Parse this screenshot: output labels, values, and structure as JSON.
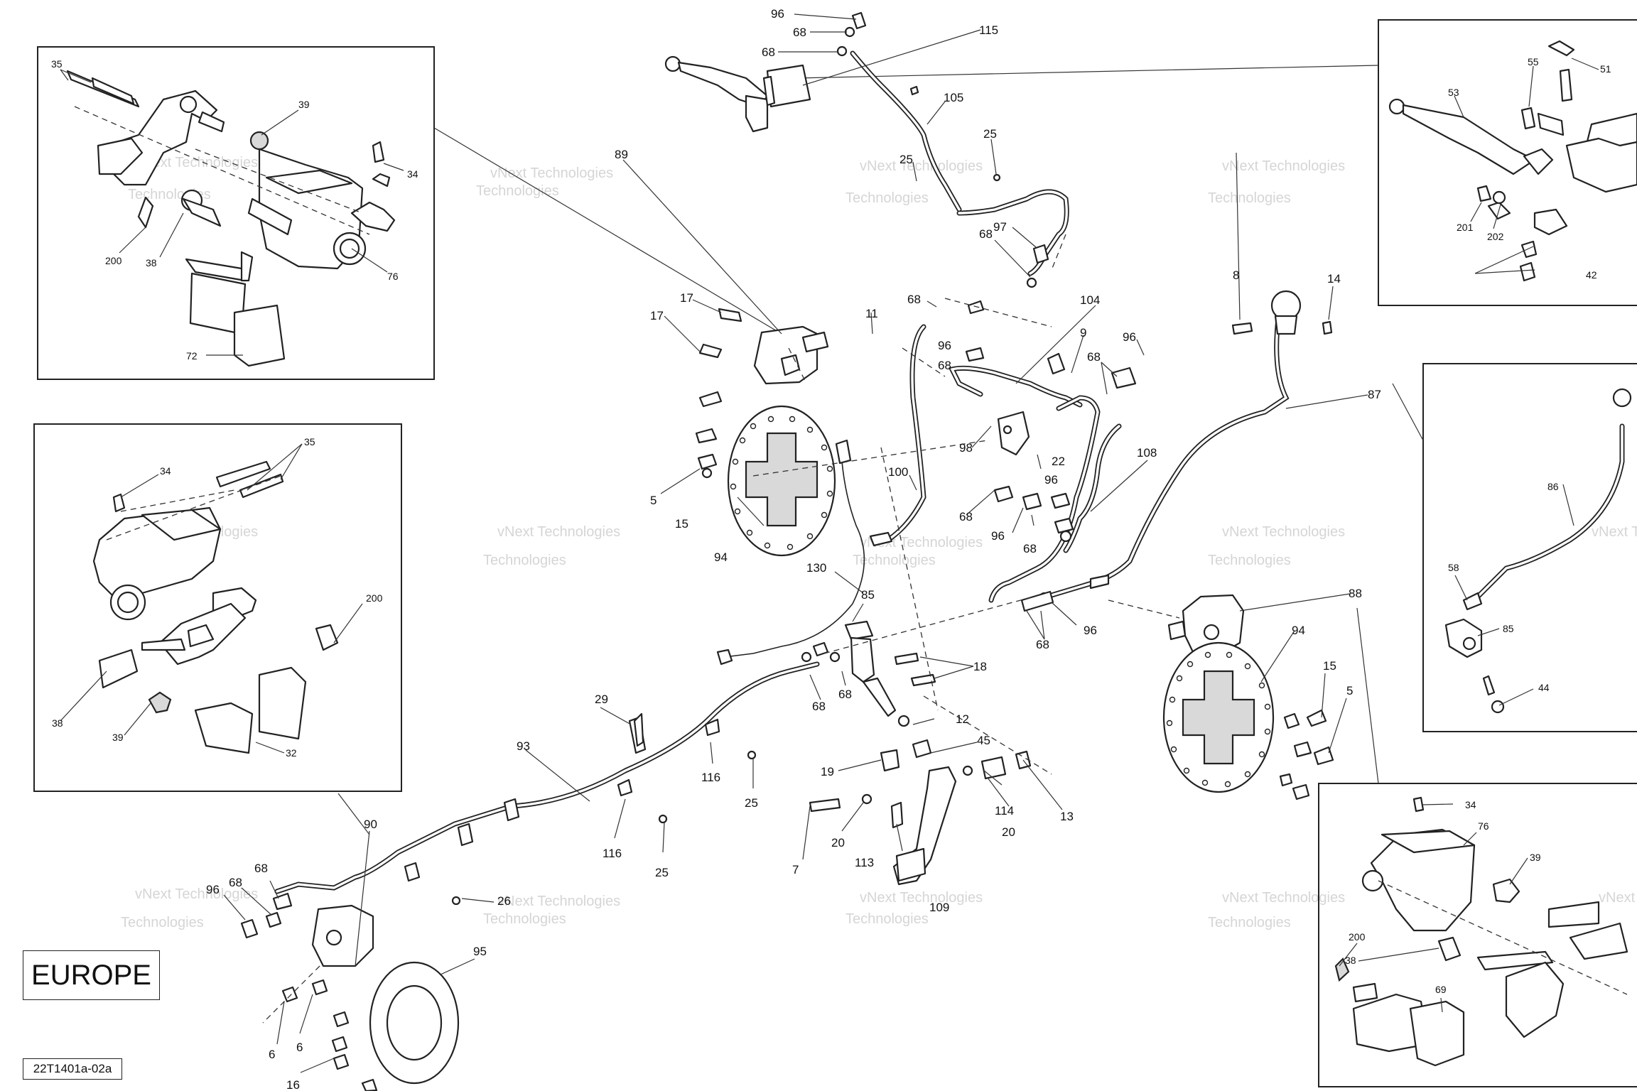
{
  "region_label": "EUROPE",
  "document_code": "22T1401a-02a",
  "watermark_lines": [
    "vNext Technologies",
    "Technologies"
  ],
  "callouts": [
    {
      "id": "top-96",
      "text": "96"
    },
    {
      "id": "top-68a",
      "text": "68"
    },
    {
      "id": "top-68b",
      "text": "68"
    },
    {
      "id": "top-115",
      "text": "115"
    },
    {
      "id": "top-105",
      "text": "105"
    },
    {
      "id": "top-25a",
      "text": "25"
    },
    {
      "id": "top-25b",
      "text": "25"
    },
    {
      "id": "top-97",
      "text": "97"
    },
    {
      "id": "top-68c",
      "text": "68"
    },
    {
      "id": "top-89",
      "text": "89"
    },
    {
      "id": "c-17a",
      "text": "17"
    },
    {
      "id": "c-17b",
      "text": "17"
    },
    {
      "id": "c-5",
      "text": "5"
    },
    {
      "id": "c-15",
      "text": "15"
    },
    {
      "id": "c-94",
      "text": "94"
    },
    {
      "id": "c-11",
      "text": "11"
    },
    {
      "id": "c-68d",
      "text": "68"
    },
    {
      "id": "c-104",
      "text": "104"
    },
    {
      "id": "c-96b",
      "text": "96"
    },
    {
      "id": "c-9",
      "text": "9"
    },
    {
      "id": "c-68e",
      "text": "68"
    },
    {
      "id": "c-96c",
      "text": "96"
    },
    {
      "id": "c-68f",
      "text": "68"
    },
    {
      "id": "c-98",
      "text": "98"
    },
    {
      "id": "c-22",
      "text": "22"
    },
    {
      "id": "c-96d",
      "text": "96"
    },
    {
      "id": "c-100",
      "text": "100"
    },
    {
      "id": "c-108",
      "text": "108"
    },
    {
      "id": "c-68g",
      "text": "68"
    },
    {
      "id": "c-96e",
      "text": "96"
    },
    {
      "id": "c-68h",
      "text": "68"
    },
    {
      "id": "c-130",
      "text": "130"
    },
    {
      "id": "c-85",
      "text": "85"
    },
    {
      "id": "c-18",
      "text": "18"
    },
    {
      "id": "c-68i",
      "text": "68"
    },
    {
      "id": "c-68j",
      "text": "68"
    },
    {
      "id": "c-96f",
      "text": "96"
    },
    {
      "id": "c-68k",
      "text": "68"
    },
    {
      "id": "c-8",
      "text": "8"
    },
    {
      "id": "c-14",
      "text": "14"
    },
    {
      "id": "c-87",
      "text": "87"
    },
    {
      "id": "c-88",
      "text": "88"
    },
    {
      "id": "c-94b",
      "text": "94"
    },
    {
      "id": "c-15b",
      "text": "15"
    },
    {
      "id": "c-5b",
      "text": "5"
    },
    {
      "id": "c-29",
      "text": "29"
    },
    {
      "id": "c-93",
      "text": "93"
    },
    {
      "id": "c-116a",
      "text": "116"
    },
    {
      "id": "c-25c",
      "text": "25"
    },
    {
      "id": "c-116b",
      "text": "116"
    },
    {
      "id": "c-25d",
      "text": "25"
    },
    {
      "id": "c-12",
      "text": "12"
    },
    {
      "id": "c-45",
      "text": "45"
    },
    {
      "id": "c-19",
      "text": "19"
    },
    {
      "id": "c-7",
      "text": "7"
    },
    {
      "id": "c-20a",
      "text": "20"
    },
    {
      "id": "c-113",
      "text": "113"
    },
    {
      "id": "c-20b",
      "text": "20"
    },
    {
      "id": "c-114",
      "text": "114"
    },
    {
      "id": "c-13",
      "text": "13"
    },
    {
      "id": "c-109",
      "text": "109"
    },
    {
      "id": "c-90",
      "text": "90"
    },
    {
      "id": "c-96g",
      "text": "96"
    },
    {
      "id": "c-68l",
      "text": "68"
    },
    {
      "id": "c-68m",
      "text": "68"
    },
    {
      "id": "c-26",
      "text": "26"
    },
    {
      "id": "c-95",
      "text": "95"
    },
    {
      "id": "c-6a",
      "text": "6"
    },
    {
      "id": "c-6b",
      "text": "6"
    },
    {
      "id": "c-16",
      "text": "16"
    },
    {
      "id": "b1-35",
      "text": "35"
    },
    {
      "id": "b1-39",
      "text": "39"
    },
    {
      "id": "b1-34",
      "text": "34"
    },
    {
      "id": "b1-200",
      "text": "200"
    },
    {
      "id": "b1-38",
      "text": "38"
    },
    {
      "id": "b1-76",
      "text": "76"
    },
    {
      "id": "b1-72",
      "text": "72"
    },
    {
      "id": "b2-35",
      "text": "35"
    },
    {
      "id": "b2-34",
      "text": "34"
    },
    {
      "id": "b2-200",
      "text": "200"
    },
    {
      "id": "b2-38",
      "text": "38"
    },
    {
      "id": "b2-39",
      "text": "39"
    },
    {
      "id": "b2-32",
      "text": "32"
    },
    {
      "id": "b3-55",
      "text": "55"
    },
    {
      "id": "b3-51",
      "text": "51"
    },
    {
      "id": "b3-53",
      "text": "53"
    },
    {
      "id": "b3-201",
      "text": "201"
    },
    {
      "id": "b3-202",
      "text": "202"
    },
    {
      "id": "b3-42",
      "text": "42"
    },
    {
      "id": "b4-86",
      "text": "86"
    },
    {
      "id": "b4-58",
      "text": "58"
    },
    {
      "id": "b4-85",
      "text": "85"
    },
    {
      "id": "b4-44",
      "text": "44"
    },
    {
      "id": "b5-34",
      "text": "34"
    },
    {
      "id": "b5-76",
      "text": "76"
    },
    {
      "id": "b5-39",
      "text": "39"
    },
    {
      "id": "b5-200",
      "text": "200"
    },
    {
      "id": "b5-38",
      "text": "38"
    },
    {
      "id": "b5-69",
      "text": "69"
    }
  ]
}
